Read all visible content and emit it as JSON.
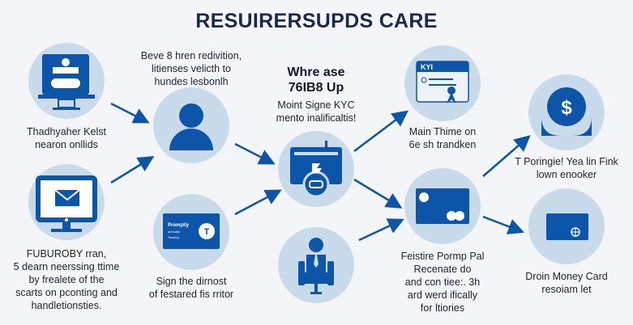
{
  "title": "RESUIRERSUPDS CARE",
  "colors": {
    "accent": "#0c55a8",
    "circle": "#c9dbea",
    "background": "#f3f5f8"
  },
  "nodes": {
    "monitor_robot": {
      "icon": "monitor-robot-icon",
      "lines": [
        "Thadhyaher Kelst",
        "nearon onllids"
      ]
    },
    "person": {
      "icon": "person-icon",
      "lines": [
        "Beve 8 hren redivition,",
        "litienses velicth to",
        "hundes lesbonlh"
      ]
    },
    "kyc": {
      "icon": "browser-kyc-icon",
      "heading": [
        "Whre ase",
        "76IB8 Up"
      ],
      "lines": [
        "Moint Signe KYC",
        "mento inalificaltis!"
      ]
    },
    "id_card": {
      "icon": "id-document-icon",
      "card_label": "KYI",
      "lines": [
        "Main Thime on",
        "6e sh trandken"
      ]
    },
    "dollar": {
      "icon": "dollar-hands-icon",
      "symbol": "$",
      "lines": [
        "T Poringie! Yea lin Fink",
        "lown enooker"
      ]
    },
    "email": {
      "icon": "email-monitor-icon",
      "lines": [
        "FUBUROBY rran,",
        "5 dearn neerssing ttime",
        "by frealete of the",
        "scarts on pconting and",
        "handletionsties."
      ]
    },
    "card_t": {
      "icon": "card-icon",
      "card_lines": [
        "Promptly",
        "annually",
        "Tessing"
      ],
      "badge": "T",
      "lines": [
        "Sign the dirnost",
        "of festared fis rritor"
      ]
    },
    "businessman": {
      "icon": "businessman-icon",
      "lines": []
    },
    "card_dots": {
      "icon": "credit-card-icon",
      "lines": [
        "Feistire Pormp Pal",
        "Recenate do",
        "and con tiee:. 3h",
        "ard werd ifically",
        "for ltiories"
      ]
    },
    "money_card": {
      "icon": "money-card-icon",
      "lines": [
        "Droin Money Card",
        "resoiam let"
      ]
    }
  }
}
